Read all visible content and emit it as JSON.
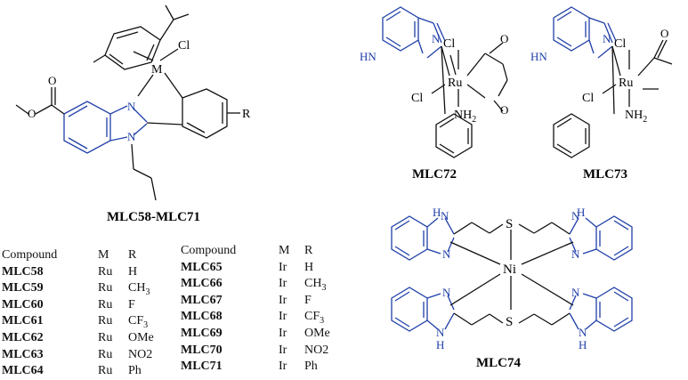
{
  "labels": {
    "metal": "M",
    "chloride": "Cl",
    "r_group": "R",
    "nitrogen": "N",
    "oxygen": "O",
    "nh": "H",
    "ruthenium": "Ru",
    "amine": "NH2",
    "sulfur": "S",
    "nickel": "Ni"
  },
  "captions": {
    "series": "MLC58-MLC71",
    "mlc72": "MLC72",
    "mlc73": "MLC73",
    "mlc74": "MLC74"
  },
  "table_left": {
    "headers": [
      "Compound",
      "M",
      "R"
    ],
    "rows": [
      [
        "MLC58",
        "Ru",
        "H"
      ],
      [
        "MLC59",
        "Ru",
        "CH3"
      ],
      [
        "MLC60",
        "Ru",
        "F"
      ],
      [
        "MLC61",
        "Ru",
        "CF3"
      ],
      [
        "MLC62",
        "Ru",
        "OMe"
      ],
      [
        "MLC63",
        "Ru",
        "NO2"
      ],
      [
        "MLC64",
        "Ru",
        "Ph"
      ]
    ]
  },
  "table_right": {
    "headers": [
      "Compound",
      "M",
      "R"
    ],
    "rows": [
      [
        "MLC65",
        "Ir",
        "H"
      ],
      [
        "MLC66",
        "Ir",
        "CH3"
      ],
      [
        "MLC67",
        "Ir",
        "F"
      ],
      [
        "MLC68",
        "Ir",
        "CF3"
      ],
      [
        "MLC69",
        "Ir",
        "OMe"
      ],
      [
        "MLC70",
        "Ir",
        "NO2"
      ],
      [
        "MLC71",
        "Ir",
        "Ph"
      ]
    ]
  },
  "colors": {
    "ligand": "#1f3fa8",
    "bond": "#111111"
  }
}
